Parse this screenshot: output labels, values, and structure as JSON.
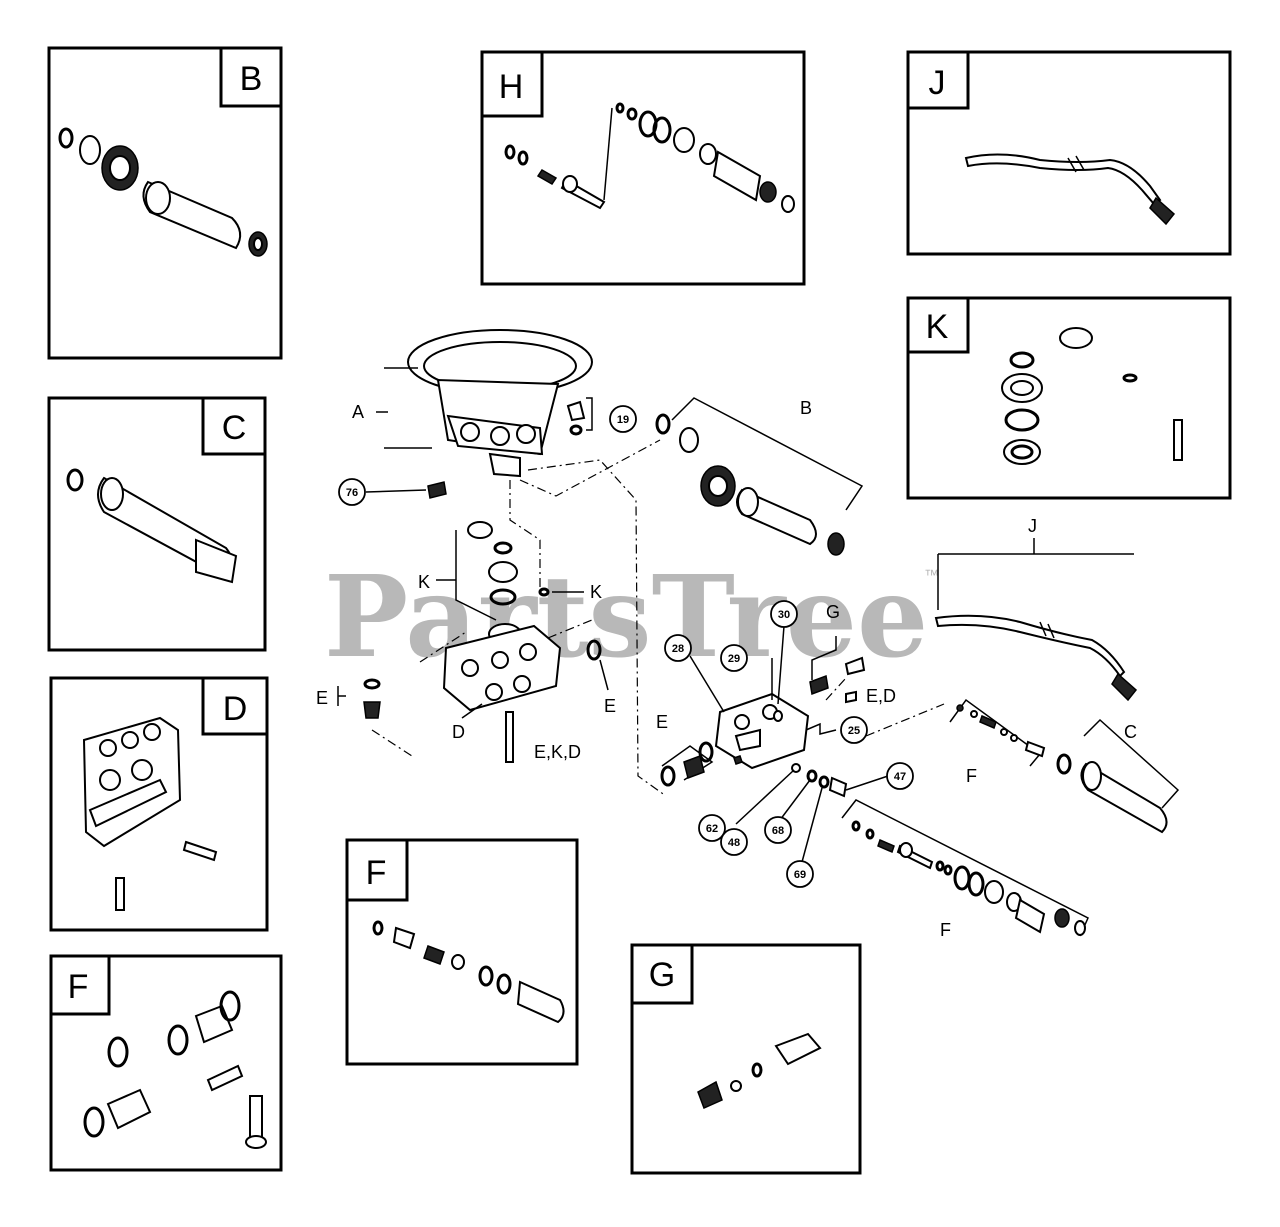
{
  "watermark": {
    "text": "PartsTree",
    "trademark": "™"
  },
  "panels": {
    "b": "B",
    "c1": "C",
    "d": "D",
    "f1": "F",
    "h": "H",
    "j": "J",
    "k": "K",
    "f2": "F",
    "g": "G"
  },
  "callouts": [
    "19",
    "76",
    "28",
    "29",
    "30",
    "25",
    "47",
    "62",
    "48",
    "68",
    "69"
  ],
  "labels": {
    "a": "A",
    "b": "B",
    "k1": "K",
    "k2": "K",
    "e_left": "E",
    "e_mid": "E",
    "e_right": "E",
    "d": "D",
    "ekd": "E,K,D",
    "j": "J",
    "g": "G",
    "ed": "E,D",
    "c": "C",
    "f_upper": "F",
    "f_lower": "F"
  },
  "colors": {
    "line": "#000000",
    "watermark": "#b8b8b8",
    "background": "#ffffff"
  }
}
